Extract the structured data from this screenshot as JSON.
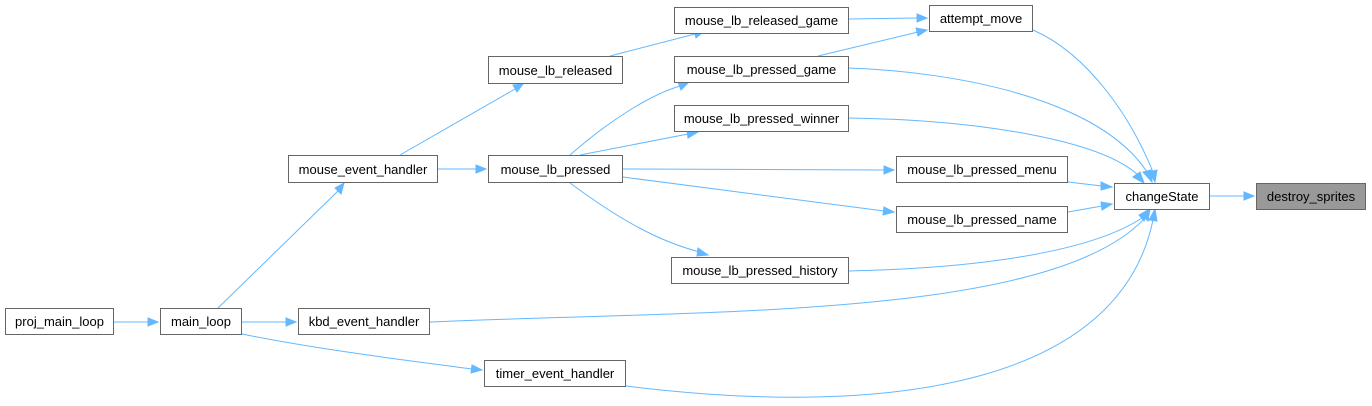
{
  "graph": {
    "highlight_node": "destroy_sprites",
    "colors": {
      "edge": "#63b8ff",
      "node_border": "#666666",
      "node_fill": "#ffffff",
      "highlight_fill": "#999999",
      "text": "#000000"
    },
    "nodes": [
      {
        "id": "destroy_sprites",
        "label": "destroy_sprites"
      },
      {
        "id": "changeState",
        "label": "changeState"
      },
      {
        "id": "attempt_move",
        "label": "attempt_move"
      },
      {
        "id": "mouse_lb_released_game",
        "label": "mouse_lb_released_game"
      },
      {
        "id": "mouse_lb_pressed_game",
        "label": "mouse_lb_pressed_game"
      },
      {
        "id": "mouse_lb_pressed_winner",
        "label": "mouse_lb_pressed_winner"
      },
      {
        "id": "mouse_lb_pressed_menu",
        "label": "mouse_lb_pressed_menu"
      },
      {
        "id": "mouse_lb_pressed_name",
        "label": "mouse_lb_pressed_name"
      },
      {
        "id": "mouse_lb_pressed_history",
        "label": "mouse_lb_pressed_history"
      },
      {
        "id": "mouse_lb_released",
        "label": "mouse_lb_released"
      },
      {
        "id": "mouse_lb_pressed",
        "label": "mouse_lb_pressed"
      },
      {
        "id": "mouse_event_handler",
        "label": "mouse_event_handler"
      },
      {
        "id": "kbd_event_handler",
        "label": "kbd_event_handler"
      },
      {
        "id": "timer_event_handler",
        "label": "timer_event_handler"
      },
      {
        "id": "main_loop",
        "label": "main_loop"
      },
      {
        "id": "proj_main_loop",
        "label": "proj_main_loop"
      }
    ],
    "edges": [
      {
        "from": "changeState",
        "to": "destroy_sprites"
      },
      {
        "from": "attempt_move",
        "to": "changeState"
      },
      {
        "from": "mouse_lb_pressed_game",
        "to": "changeState"
      },
      {
        "from": "mouse_lb_pressed_winner",
        "to": "changeState"
      },
      {
        "from": "mouse_lb_pressed_menu",
        "to": "changeState"
      },
      {
        "from": "mouse_lb_pressed_name",
        "to": "changeState"
      },
      {
        "from": "mouse_lb_pressed_history",
        "to": "changeState"
      },
      {
        "from": "kbd_event_handler",
        "to": "changeState"
      },
      {
        "from": "timer_event_handler",
        "to": "changeState"
      },
      {
        "from": "mouse_lb_released_game",
        "to": "attempt_move"
      },
      {
        "from": "mouse_lb_pressed_game",
        "to": "attempt_move"
      },
      {
        "from": "mouse_lb_released",
        "to": "mouse_lb_released_game"
      },
      {
        "from": "mouse_lb_pressed",
        "to": "mouse_lb_pressed_game"
      },
      {
        "from": "mouse_lb_pressed",
        "to": "mouse_lb_pressed_winner"
      },
      {
        "from": "mouse_lb_pressed",
        "to": "mouse_lb_pressed_menu"
      },
      {
        "from": "mouse_lb_pressed",
        "to": "mouse_lb_pressed_name"
      },
      {
        "from": "mouse_lb_pressed",
        "to": "mouse_lb_pressed_history"
      },
      {
        "from": "mouse_event_handler",
        "to": "mouse_lb_released"
      },
      {
        "from": "mouse_event_handler",
        "to": "mouse_lb_pressed"
      },
      {
        "from": "main_loop",
        "to": "mouse_event_handler"
      },
      {
        "from": "main_loop",
        "to": "kbd_event_handler"
      },
      {
        "from": "main_loop",
        "to": "timer_event_handler"
      },
      {
        "from": "proj_main_loop",
        "to": "main_loop"
      }
    ]
  }
}
